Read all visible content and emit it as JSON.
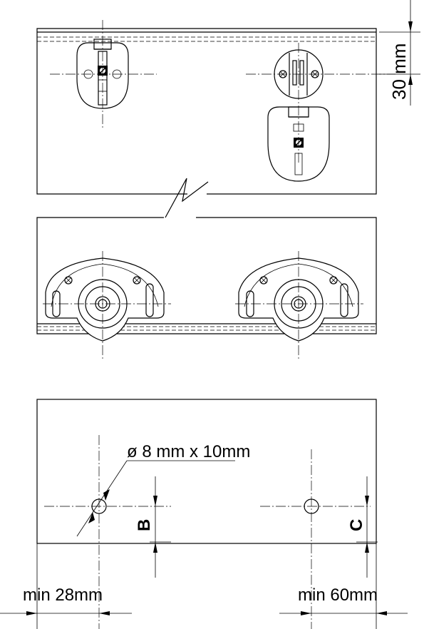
{
  "labels": {
    "dim_30": "30 mm",
    "hole_spec": "ø 8 mm x 10mm",
    "dim_b": "B",
    "dim_c": "C",
    "min_left": "min 28mm",
    "min_right": "min 60mm"
  }
}
